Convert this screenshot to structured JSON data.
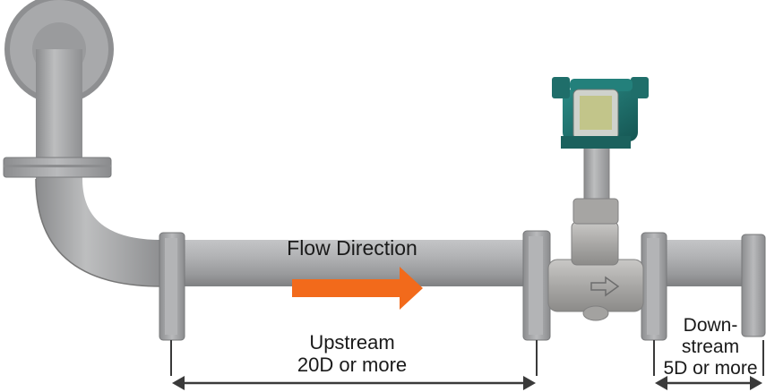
{
  "flow_label": "Flow Direction",
  "upstream": {
    "line1": "Upstream",
    "line2": "20D or more"
  },
  "downstream": {
    "line1": "Down-",
    "line2": "stream",
    "line3": "5D or more"
  },
  "colors": {
    "pipe": "#a9aaac",
    "pipe_dark": "#7d7e80",
    "arrow": "#f26a1b",
    "transmitter": "#1f6e6a",
    "dimension": "#3a3a3a"
  },
  "icons": [
    "flow-direction-arrow-icon",
    "dimension-arrow-icon",
    "transmitter-icon"
  ]
}
